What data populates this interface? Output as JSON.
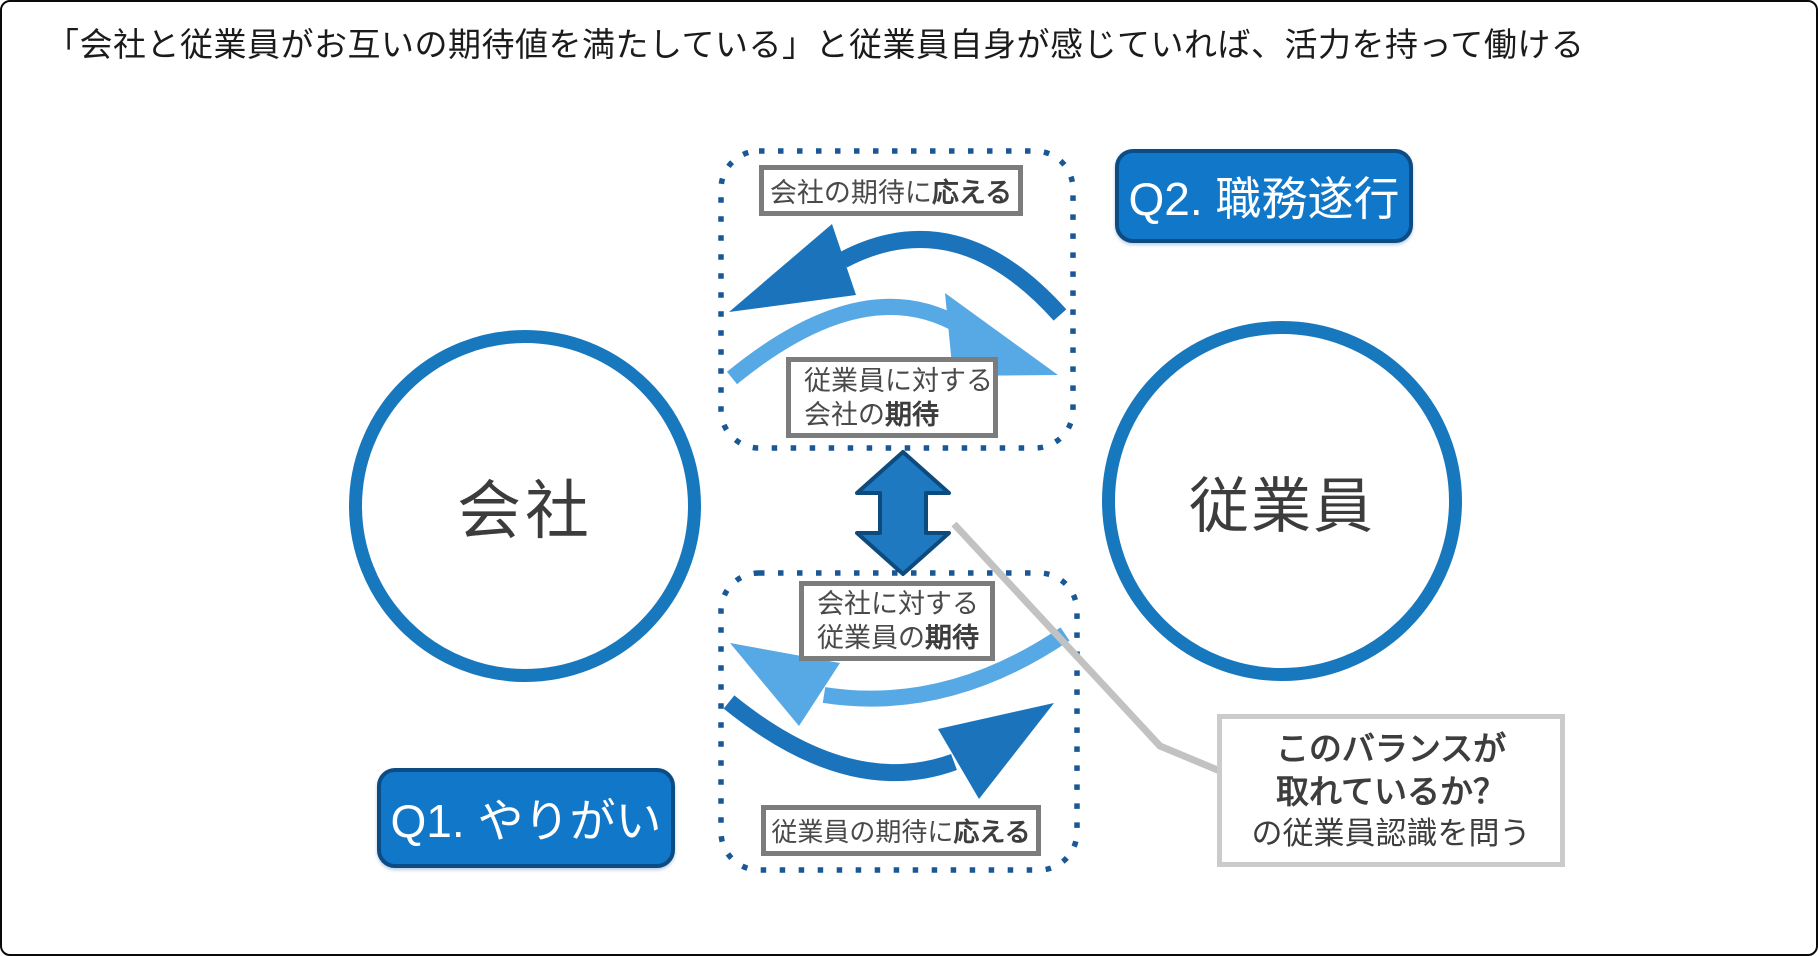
{
  "title": "「会社と従業員がお互いの期待値を満たしている」と従業員自身が感じていれば、活力を持って働ける",
  "entities": {
    "company": "会社",
    "employee": "従業員"
  },
  "badges": {
    "q2": "Q2. 職務遂行",
    "q1": "Q1. やりがい"
  },
  "top_loop": {
    "outer_label": {
      "text": "会社の期待に",
      "emphasis": "応える"
    },
    "inner_label": {
      "line1": "従業員に対する",
      "line2_text": "会社の",
      "line2_emphasis": "期待"
    }
  },
  "bottom_loop": {
    "inner_label": {
      "line1": "会社に対する",
      "line2_text": "従業員の",
      "line2_emphasis": "期待"
    },
    "outer_label": {
      "text": "従業員の期待に",
      "emphasis": "応える"
    }
  },
  "callout": {
    "line1": "このバランスが",
    "line2": "取れているか？",
    "line3": "の従業員認識を問う"
  },
  "colors": {
    "circle_blue": "#1878be",
    "arrow_dark_blue": "#1b74bb",
    "arrow_light_blue": "#57a9e6",
    "double_arrow_fill": "#1e79c0",
    "double_arrow_border": "#0d4b7f",
    "dotted_border_blue": "#1a5795",
    "badge_blue": "#1177c9",
    "badge_border_blue": "#0b4c85",
    "label_border_gray": "#7c7c7c",
    "callout_border_gray": "#cbcbcb",
    "connector_line_gray": "#c2c2c2",
    "text_dark": "#1b1b1b",
    "text_gray": "#4a4a4a"
  }
}
